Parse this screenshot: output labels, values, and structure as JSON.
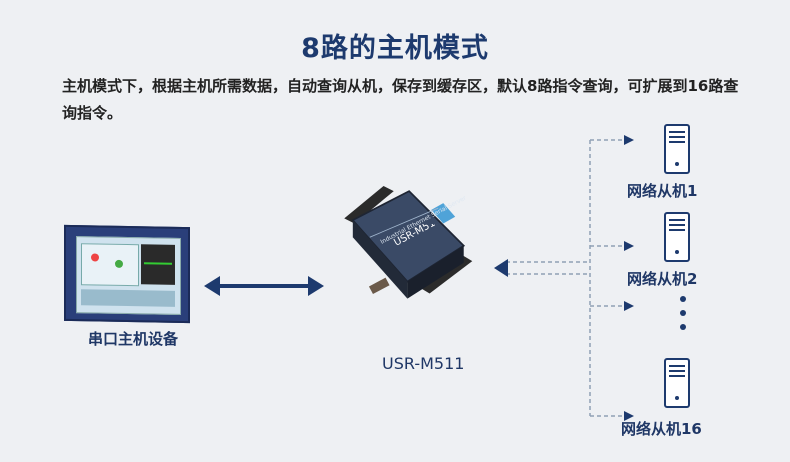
{
  "title": "8路的主机模式",
  "description": "主机模式下，根据主机所需数据，自动查询从机，保存到缓存区，默认8路指令查询，可扩展到16路查询指令。",
  "host": {
    "label": "串口主机设备"
  },
  "device": {
    "label": "USR-M511",
    "model_text": "USR-M511",
    "body_text": "Industrial Ethernet Serial Server"
  },
  "slaves": [
    {
      "label": "网络从机1"
    },
    {
      "label": "网络从机2"
    },
    {
      "label": "网络从机16"
    }
  ],
  "colors": {
    "title": "#1d3a6e",
    "arrow": "#1d3a6e",
    "dashed_line": "#8fa0b5",
    "background": "#eef0f3"
  }
}
